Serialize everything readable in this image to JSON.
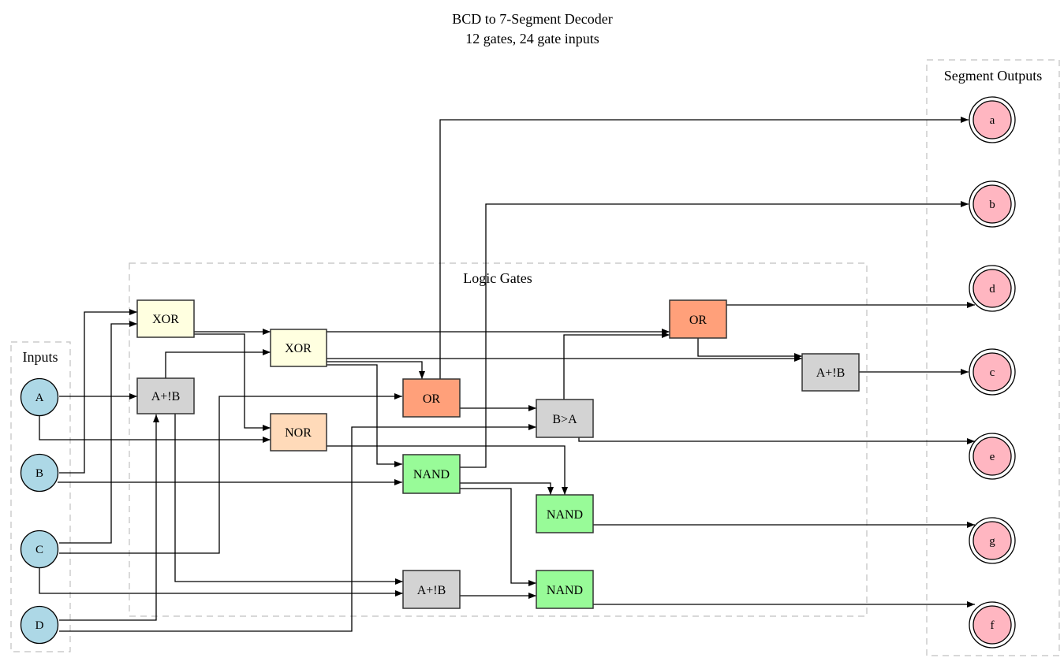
{
  "title": {
    "line1": "BCD to 7-Segment Decoder",
    "line2": "12 gates, 24 gate inputs"
  },
  "clusters": {
    "inputs": "Inputs",
    "logic": "Logic Gates",
    "outputs": "Segment Outputs"
  },
  "colors": {
    "input_fill": "#add8e6",
    "output_fill": "#ffb6c1",
    "xor_fill": "#ffffe0",
    "or_fill": "#ffa07a",
    "nor_fill": "#ffdab9",
    "nand_fill": "#98fb98",
    "custom_fill": "#d3d3d3"
  },
  "inputs": [
    {
      "id": "A",
      "label": "A"
    },
    {
      "id": "B",
      "label": "B"
    },
    {
      "id": "C",
      "label": "C"
    },
    {
      "id": "D",
      "label": "D"
    }
  ],
  "gates": [
    {
      "id": "g1",
      "label": "XOR",
      "type": "xor"
    },
    {
      "id": "g2",
      "label": "A+!B",
      "type": "custom"
    },
    {
      "id": "g3",
      "label": "XOR",
      "type": "xor"
    },
    {
      "id": "g4",
      "label": "NOR",
      "type": "nor"
    },
    {
      "id": "g5",
      "label": "OR",
      "type": "or"
    },
    {
      "id": "g6",
      "label": "NAND",
      "type": "nand"
    },
    {
      "id": "g7",
      "label": "A+!B",
      "type": "custom"
    },
    {
      "id": "g8",
      "label": "B>A",
      "type": "custom"
    },
    {
      "id": "g9",
      "label": "NAND",
      "type": "nand"
    },
    {
      "id": "g10",
      "label": "NAND",
      "type": "nand"
    },
    {
      "id": "g11",
      "label": "OR",
      "type": "or"
    },
    {
      "id": "g12",
      "label": "A+!B",
      "type": "custom"
    }
  ],
  "outputs": [
    {
      "id": "a",
      "label": "a"
    },
    {
      "id": "b",
      "label": "b"
    },
    {
      "id": "d",
      "label": "d"
    },
    {
      "id": "c",
      "label": "c"
    },
    {
      "id": "e",
      "label": "e"
    },
    {
      "id": "g",
      "label": "g"
    },
    {
      "id": "f",
      "label": "f"
    }
  ],
  "connections": [
    {
      "from": "B",
      "to": "g1"
    },
    {
      "from": "C",
      "to": "g1"
    },
    {
      "from": "A",
      "to": "g2"
    },
    {
      "from": "D",
      "to": "g2"
    },
    {
      "from": "g1",
      "to": "g3"
    },
    {
      "from": "g2",
      "to": "g3"
    },
    {
      "from": "g1",
      "to": "g4"
    },
    {
      "from": "A",
      "to": "g4"
    },
    {
      "from": "g3",
      "to": "g5"
    },
    {
      "from": "C",
      "to": "g5"
    },
    {
      "from": "g3",
      "to": "g6"
    },
    {
      "from": "B",
      "to": "g6"
    },
    {
      "from": "g2",
      "to": "g7"
    },
    {
      "from": "C",
      "to": "g7"
    },
    {
      "from": "g5",
      "to": "g8"
    },
    {
      "from": "D",
      "to": "g8"
    },
    {
      "from": "g6",
      "to": "g9"
    },
    {
      "from": "g4",
      "to": "g9"
    },
    {
      "from": "g6",
      "to": "g10"
    },
    {
      "from": "g7",
      "to": "g10"
    },
    {
      "from": "g1",
      "to": "g11"
    },
    {
      "from": "g8",
      "to": "g11"
    },
    {
      "from": "g11",
      "to": "g12"
    },
    {
      "from": "g3",
      "to": "g12"
    },
    {
      "from": "g5",
      "to": "a"
    },
    {
      "from": "g6",
      "to": "b"
    },
    {
      "from": "g11",
      "to": "d"
    },
    {
      "from": "g12",
      "to": "c"
    },
    {
      "from": "g8",
      "to": "e"
    },
    {
      "from": "g9",
      "to": "g"
    },
    {
      "from": "g10",
      "to": "f"
    }
  ]
}
